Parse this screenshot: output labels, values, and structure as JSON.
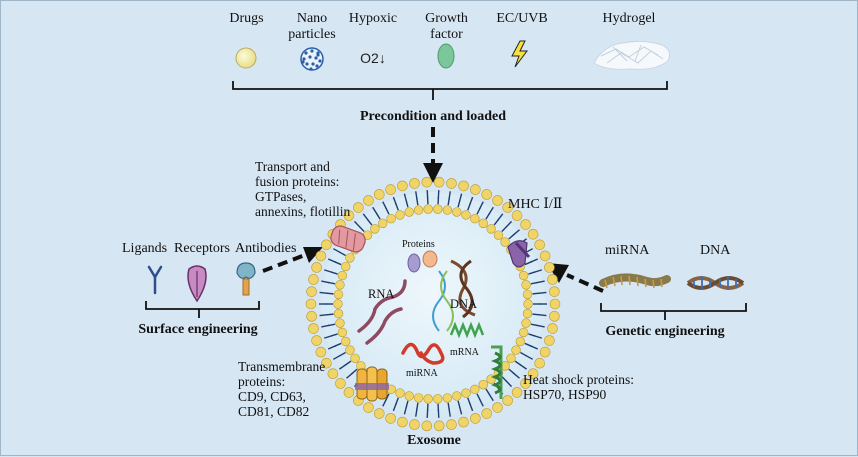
{
  "precondition": {
    "items": [
      {
        "label": "Drugs"
      },
      {
        "label": "Nano\nparticles"
      },
      {
        "label": "Hypoxic"
      },
      {
        "label": "Growth\nfactor"
      },
      {
        "label": "EC/UVB"
      },
      {
        "label": "Hydrogel"
      }
    ],
    "hypoxic_glyph": "O2↓",
    "caption": "Precondition and loaded"
  },
  "surface": {
    "items": [
      "Ligands",
      "Receptors",
      "Antibodies"
    ],
    "caption": "Surface engineering"
  },
  "genetic": {
    "items": [
      "miRNA",
      "DNA"
    ],
    "caption": "Genetic engineering"
  },
  "exosome": {
    "title": "Exosome",
    "transport_label": "Transport and\nfusion proteins:\nGTPases,\nannexins, flotillin",
    "mhc_label": "MHC Ⅰ/Ⅱ",
    "transmembrane_label": "Transmembrane\nproteins:\nCD9, CD63,\nCD81, CD82",
    "heatshock_label": "Heat shock proteins:\nHSP70, HSP90",
    "inner": {
      "proteins": "Proteins",
      "rna": "RNA",
      "dna": "DNA",
      "mirna": "miRNA",
      "mrna": "mRNA"
    }
  },
  "colors": {
    "background": "#d7e6f3",
    "membrane_head": "#f0d468",
    "membrane_tail": "#1f3d6e",
    "lumen": "#dfeff8",
    "arrow": "#111111"
  }
}
